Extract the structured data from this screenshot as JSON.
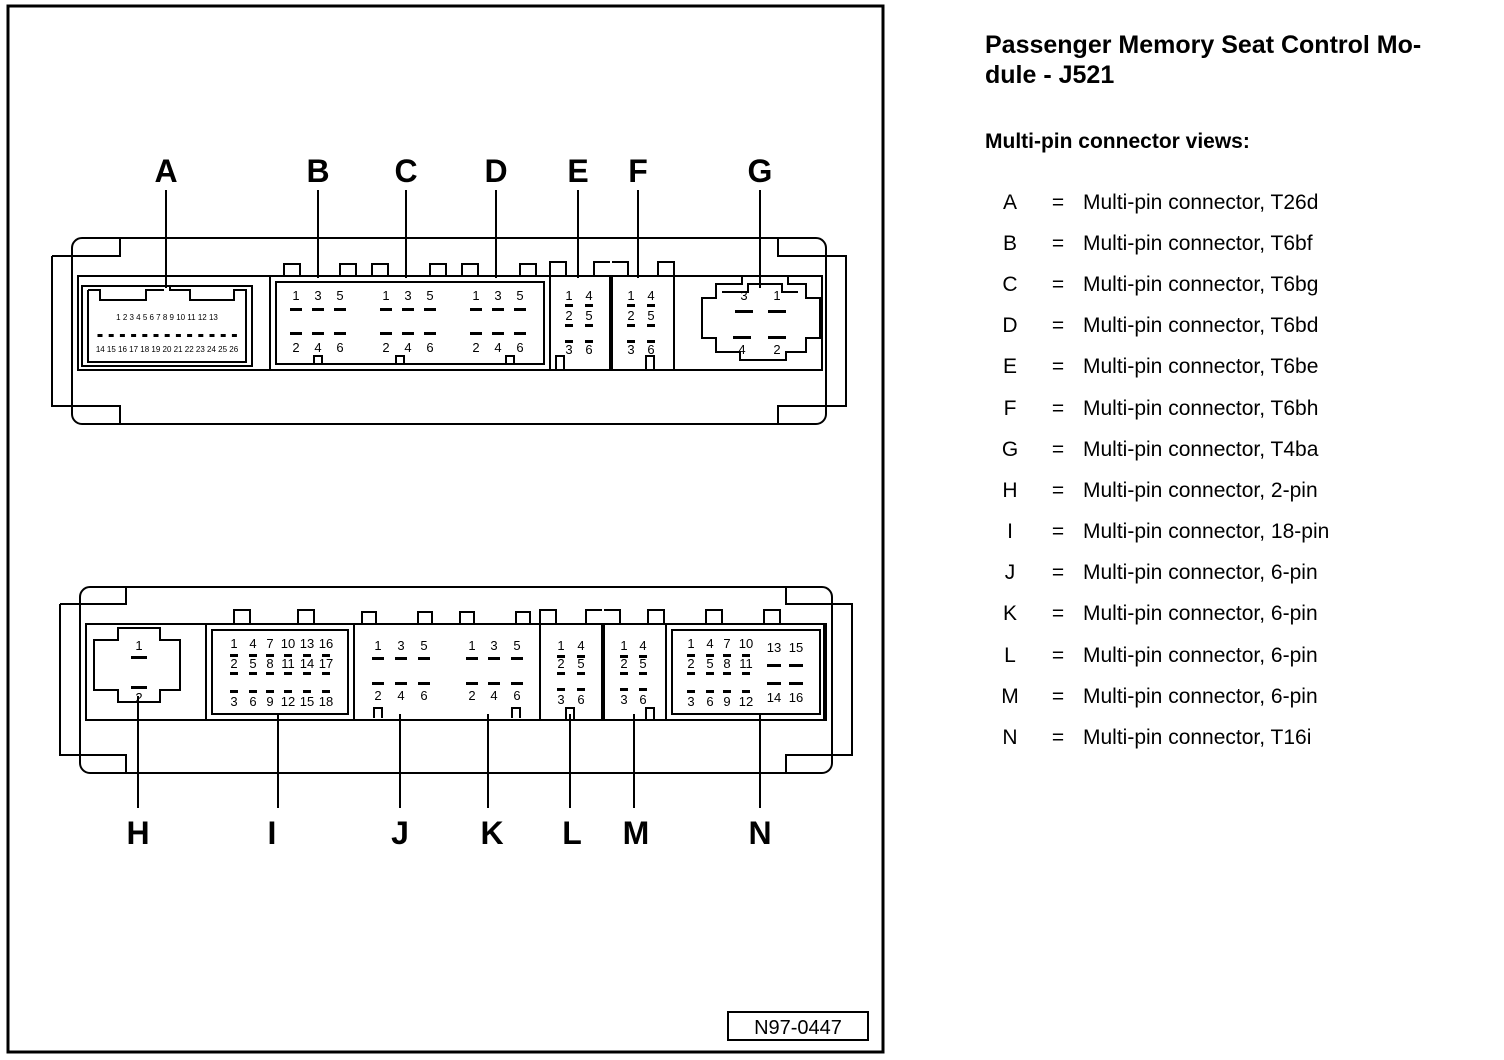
{
  "title_line1": "Passenger Memory Seat Control Mo-",
  "title_line2": "dule - J521",
  "subtitle": "Multi-pin connector views:",
  "figure_id": "N97-0447",
  "legend": [
    {
      "key": "A",
      "eq": "=",
      "desc": "Multi-pin connector, T26d"
    },
    {
      "key": "B",
      "eq": "=",
      "desc": "Multi-pin connector, T6bf"
    },
    {
      "key": "C",
      "eq": "=",
      "desc": "Multi-pin connector, T6bg"
    },
    {
      "key": "D",
      "eq": "=",
      "desc": "Multi-pin connector, T6bd"
    },
    {
      "key": "E",
      "eq": "=",
      "desc": "Multi-pin connector, T6be"
    },
    {
      "key": "F",
      "eq": "=",
      "desc": "Multi-pin connector, T6bh"
    },
    {
      "key": "G",
      "eq": "=",
      "desc": "Multi-pin connector, T4ba"
    },
    {
      "key": "H",
      "eq": "=",
      "desc": "Multi-pin connector, 2-pin"
    },
    {
      "key": "I",
      "eq": "=",
      "desc": "Multi-pin connector, 18-pin"
    },
    {
      "key": "J",
      "eq": "=",
      "desc": "Multi-pin connector, 6-pin"
    },
    {
      "key": "K",
      "eq": "=",
      "desc": "Multi-pin connector, 6-pin"
    },
    {
      "key": "L",
      "eq": "=",
      "desc": "Multi-pin connector, 6-pin"
    },
    {
      "key": "M",
      "eq": "=",
      "desc": "Multi-pin connector, 6-pin"
    },
    {
      "key": "N",
      "eq": "=",
      "desc": "Multi-pin connector, T16i"
    }
  ],
  "callouts_top": [
    "A",
    "B",
    "C",
    "D",
    "E",
    "F",
    "G"
  ],
  "callouts_bottom": [
    "H",
    "I",
    "J",
    "K",
    "L",
    "M",
    "N"
  ],
  "pins": {
    "a_row1": "1 2 3 4 5 6 7 8 9 10 11 12 13",
    "a_row3": "14 15 16 17 18 19 20 21 22 23 24 25 26",
    "six_top": [
      "1",
      "3",
      "5"
    ],
    "six_bottom": [
      "2",
      "4",
      "6"
    ],
    "ef_top": [
      "1",
      "4"
    ],
    "ef_mid": [
      "2",
      "5"
    ],
    "ef_bot": [
      "3",
      "6"
    ],
    "g_pins": [
      "3",
      "1",
      "4",
      "2"
    ],
    "h_pins": [
      "1",
      "2"
    ],
    "i_row1": [
      "1",
      "4",
      "7",
      "10",
      "13",
      "16"
    ],
    "i_row2": [
      "2",
      "5",
      "8",
      "11",
      "14",
      "17"
    ],
    "i_row3": [
      "3",
      "6",
      "9",
      "12",
      "15",
      "18"
    ],
    "n_row1": [
      "1",
      "4",
      "7",
      "10",
      "13",
      "15"
    ],
    "n_row2": [
      "2",
      "5",
      "8",
      "11"
    ],
    "n_row3": [
      "3",
      "6",
      "9",
      "12",
      "14",
      "16"
    ]
  }
}
